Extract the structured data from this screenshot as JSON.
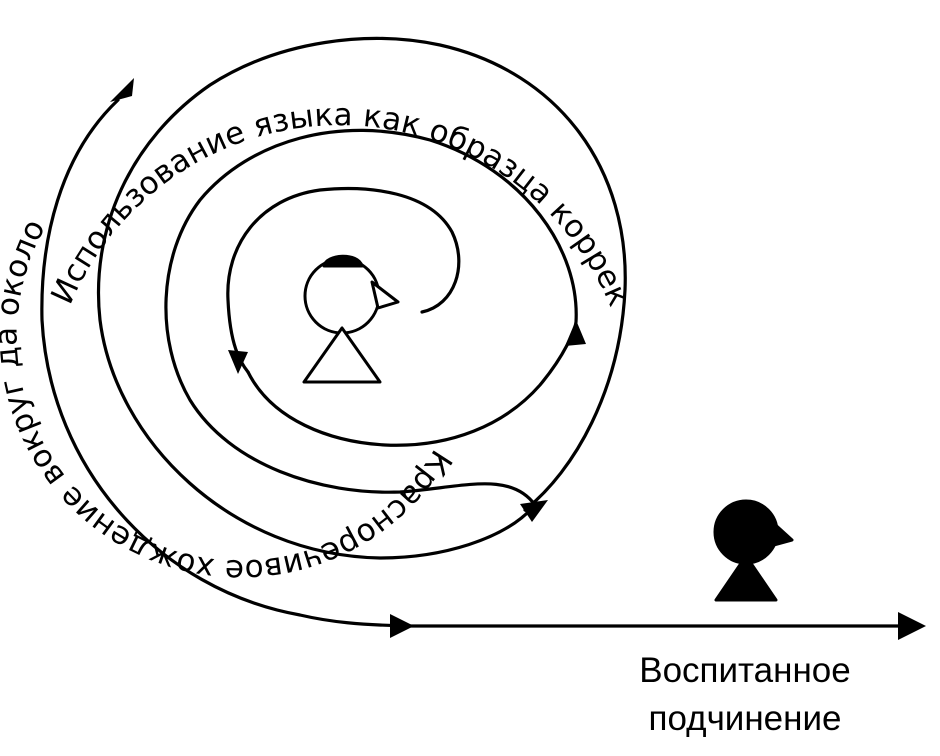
{
  "labels": {
    "outer_arc": "Использование языка как образца корректности",
    "inner_arc": "Красноречивое хождение вокруг да около",
    "caption_line1": "Воспитанное",
    "caption_line2": "подчинение"
  },
  "figures": [
    {
      "name": "outlined-person",
      "style": "outline"
    },
    {
      "name": "solid-person",
      "style": "filled"
    }
  ]
}
